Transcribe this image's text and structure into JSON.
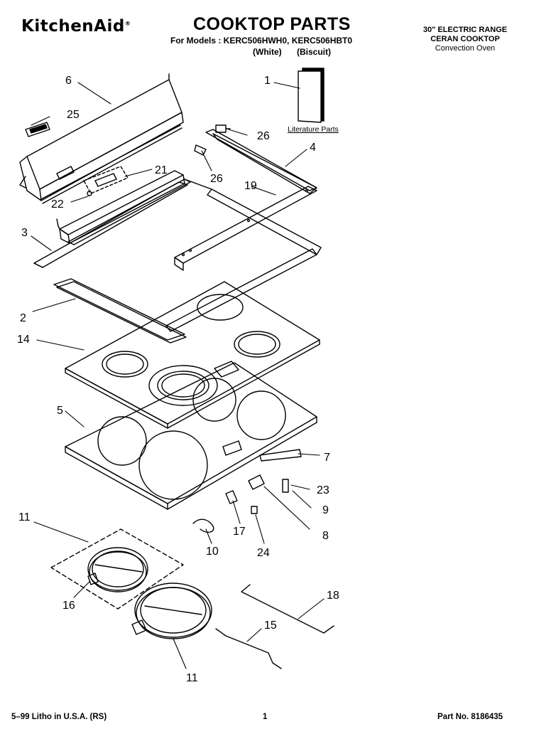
{
  "header": {
    "brand": "KitchenAid",
    "title": "COOKTOP PARTS",
    "models_line": "For Models : KERC506HWH0, KERC506HBT0",
    "color_white": "(White)",
    "color_biscuit": "(Biscuit)",
    "range_line1": "30\" ELECTRIC RANGE",
    "range_line2": "CERAN COOKTOP",
    "range_line3": "Convection Oven"
  },
  "literature_label": "Literature Parts",
  "callouts": {
    "c1": "1",
    "c2": "2",
    "c3": "3",
    "c4": "4",
    "c5": "5",
    "c6": "6",
    "c7": "7",
    "c8": "8",
    "c9": "9",
    "c10": "10",
    "c11a": "11",
    "c11b": "11",
    "c14": "14",
    "c15": "15",
    "c16": "16",
    "c17": "17",
    "c18": "18",
    "c19": "19",
    "c21": "21",
    "c22": "22",
    "c23": "23",
    "c24": "24",
    "c25": "25",
    "c26a": "26",
    "c26b": "26"
  },
  "footer": {
    "left": "5–99 Litho in U.S.A. (RS)",
    "page": "1",
    "part_no": "Part No. 8186435"
  }
}
